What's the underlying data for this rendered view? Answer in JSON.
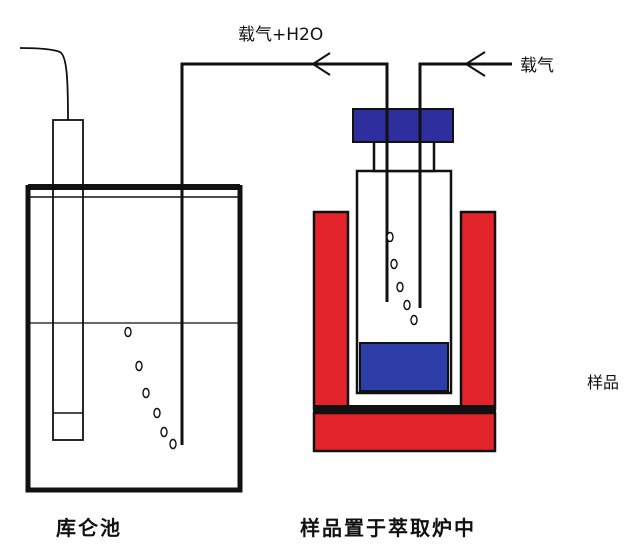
{
  "labels": {
    "carrier_gas_water": "载气+H2O",
    "carrier_gas": "载气",
    "sample": "样品",
    "coulometric_cell": "库仑池",
    "sample_in_oven": "样品置于萃取炉中"
  },
  "colors": {
    "line": "#111111",
    "cap": "#2e2e9e",
    "heater": "#e3242b",
    "sample": "#2e3ea8",
    "background": "#ffffff"
  }
}
